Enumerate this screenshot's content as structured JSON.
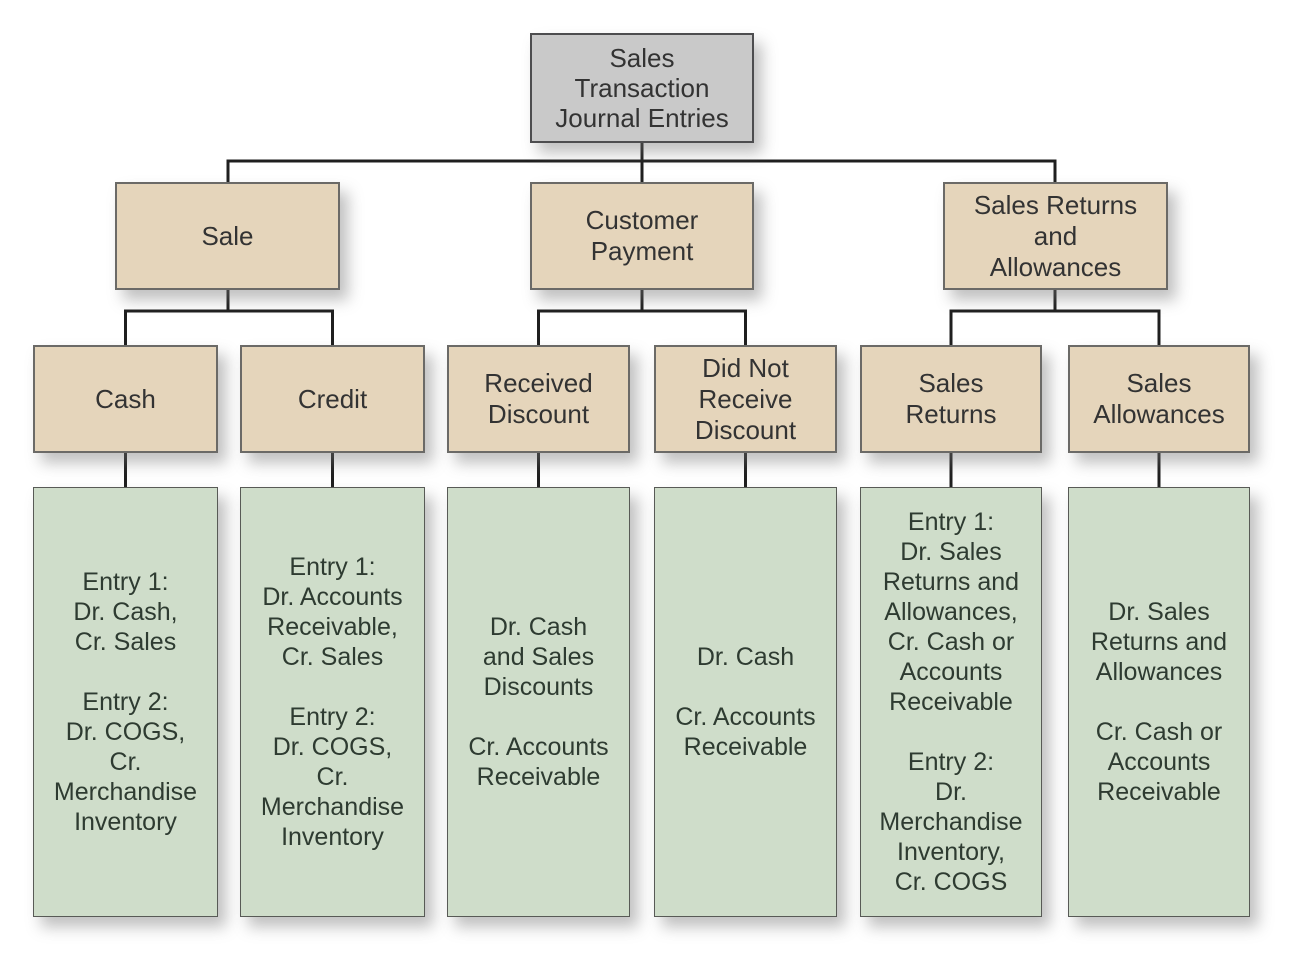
{
  "colors": {
    "root_fill": "#c9c9c9",
    "root_border": "#4d4d4f",
    "branch_fill": "#e5d5bb",
    "branch_border": "#6b6a67",
    "detail_fill": "#cfddca",
    "detail_border": "#585a56",
    "line_color": "#1f1f1f",
    "label_text": "#333333",
    "detail_text": "#2e3b31",
    "background": "#ffffff"
  },
  "root": {
    "label": "Sales\nTransaction\nJournal Entries"
  },
  "branches": [
    {
      "label": "Sale",
      "children": [
        {
          "label": "Cash",
          "detail": "Entry 1:\nDr. Cash,\nCr. Sales\n\nEntry 2:\nDr. COGS,\nCr.\nMerchandise\nInventory"
        },
        {
          "label": "Credit",
          "detail": "Entry 1:\nDr. Accounts\nReceivable,\nCr. Sales\n\nEntry 2:\nDr. COGS,\nCr.\nMerchandise\nInventory"
        }
      ]
    },
    {
      "label": "Customer\nPayment",
      "children": [
        {
          "label": "Received\nDiscount",
          "detail": "Dr. Cash\nand Sales\nDiscounts\n\nCr. Accounts\nReceivable"
        },
        {
          "label": "Did Not\nReceive\nDiscount",
          "detail": "Dr. Cash\n\nCr. Accounts\nReceivable"
        }
      ]
    },
    {
      "label": "Sales Returns\nand\nAllowances",
      "children": [
        {
          "label": "Sales\nReturns",
          "detail": "Entry 1:\nDr. Sales\nReturns and\nAllowances,\nCr. Cash or\nAccounts\nReceivable\n\nEntry 2:\nDr.\nMerchandise\nInventory,\nCr. COGS"
        },
        {
          "label": "Sales\nAllowances",
          "detail": "Dr. Sales\nReturns and\nAllowances\n\nCr. Cash or\nAccounts\nReceivable"
        }
      ]
    }
  ]
}
